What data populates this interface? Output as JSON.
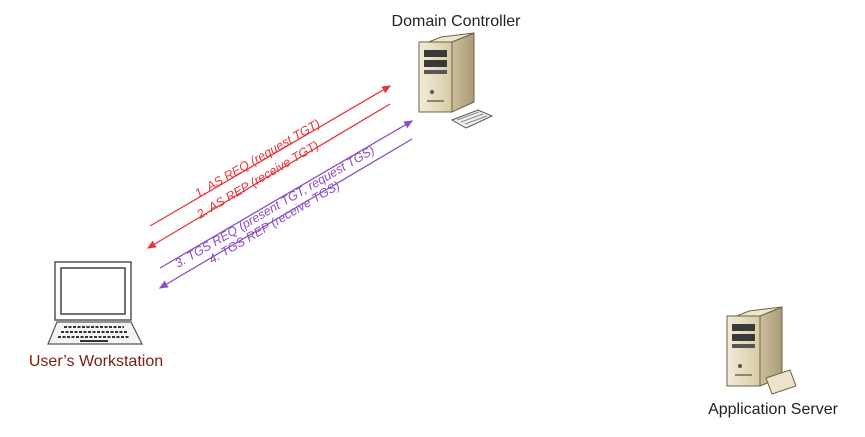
{
  "nodes": {
    "domain_controller": {
      "label": "Domain Controller",
      "icon": "server-icon"
    },
    "workstation": {
      "label": "User’s Workstation",
      "icon": "laptop-icon"
    },
    "application_server": {
      "label": "Application Server",
      "icon": "server-icon"
    }
  },
  "messages": [
    {
      "label": "1. AS REQ (request TGT)",
      "color": "#e8343c",
      "direction": "to-domain-controller"
    },
    {
      "label": "2. AS REP (receive TGT)",
      "color": "#e8343c",
      "direction": "to-workstation"
    },
    {
      "label": "3. TGS REQ (present TGT, request TGS)",
      "color": "#8a4fc4",
      "direction": "to-domain-controller"
    },
    {
      "label": "4. TGS REP (receive TGS)",
      "color": "#8a4fc4",
      "direction": "to-workstation"
    }
  ],
  "colors": {
    "as_exchange": "#e8343c",
    "tgs_exchange": "#8a4fc4",
    "server_body": "#e6dcc2",
    "workstation_label": "#7a1f12"
  }
}
